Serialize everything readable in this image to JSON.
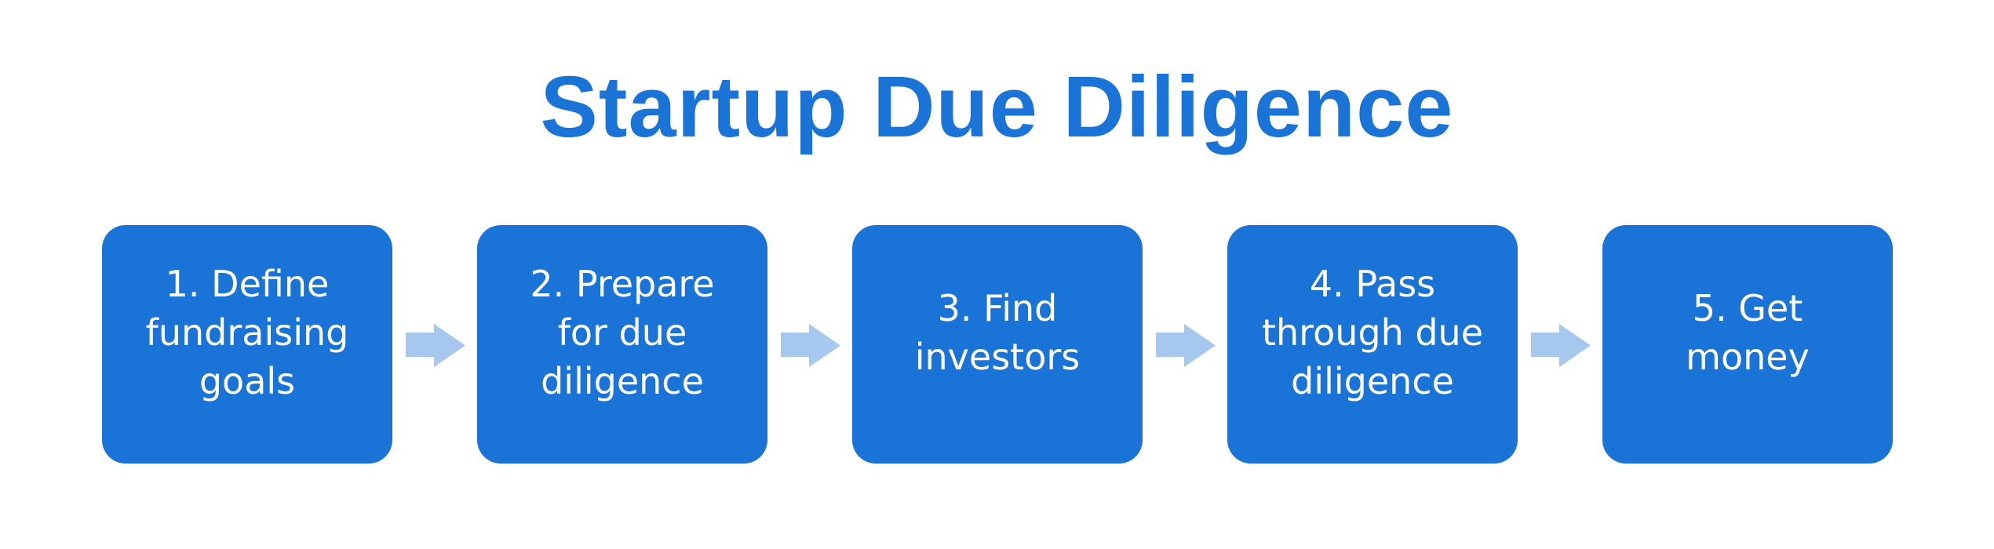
{
  "title": "Startup Due Diligence",
  "colors": {
    "title": "#1a73d6",
    "box": "#1a73d6",
    "box_text": "#ffffff",
    "arrow": "#a6c8ee",
    "background": "#ffffff"
  },
  "steps": [
    {
      "number": 1,
      "label": "1. Define\nfundraising\ngoals"
    },
    {
      "number": 2,
      "label": "2. Prepare\nfor due\ndiligence"
    },
    {
      "number": 3,
      "label": "3. Find\ninvestors"
    },
    {
      "number": 4,
      "label": "4. Pass\nthrough due\ndiligence"
    },
    {
      "number": 5,
      "label": "5. Get\nmoney"
    }
  ],
  "arrows": [
    {
      "from": 1,
      "to": 2,
      "icon": "arrow-right-icon"
    },
    {
      "from": 2,
      "to": 3,
      "icon": "arrow-right-icon"
    },
    {
      "from": 3,
      "to": 4,
      "icon": "arrow-right-icon"
    },
    {
      "from": 4,
      "to": 5,
      "icon": "arrow-right-icon"
    }
  ]
}
